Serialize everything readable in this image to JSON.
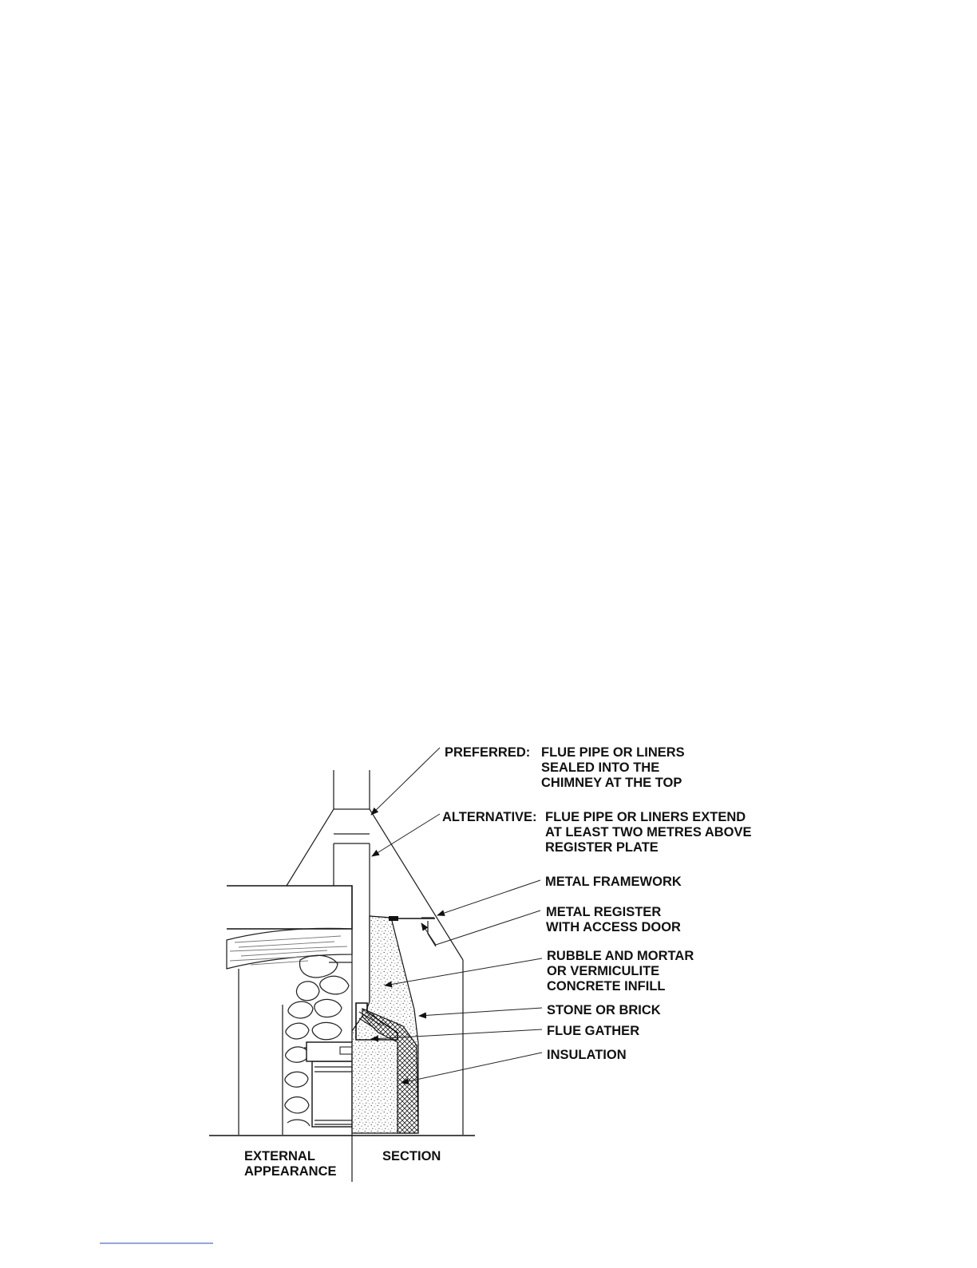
{
  "diagram": {
    "labels": {
      "preferred_heading": "PREFERRED:",
      "preferred_text": [
        "FLUE PIPE OR LINERS",
        "SEALED INTO THE",
        "CHIMNEY AT THE TOP"
      ],
      "alternative_heading": "ALTERNATIVE:",
      "alternative_text": [
        "FLUE PIPE OR LINERS EXTEND",
        "AT LEAST TWO METRES ABOVE",
        "REGISTER PLATE"
      ],
      "metal_framework": "METAL FRAMEWORK",
      "metal_register": [
        "METAL REGISTER",
        "WITH ACCESS DOOR"
      ],
      "rubble": [
        "RUBBLE AND MORTAR",
        "OR VERMICULITE",
        "CONCRETE INFILL"
      ],
      "stone_or_brick": "STONE OR BRICK",
      "flue_gather": "FLUE GATHER",
      "insulation": "INSULATION",
      "external_appearance": [
        "EXTERNAL",
        "APPEARANCE"
      ],
      "section": "SECTION"
    },
    "colors": {
      "ink": "#111111",
      "background": "#ffffff",
      "hyperlink": "#1d4ed8"
    }
  }
}
